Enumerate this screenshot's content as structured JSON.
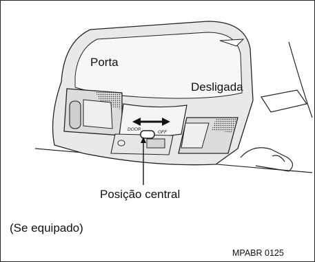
{
  "figure": {
    "labels": {
      "door": "Porta",
      "off": "Desligada",
      "center": "Posição central",
      "note": "(Se equipado)",
      "code": "MPABR 0125"
    },
    "switch_text": {
      "door": "DOOR",
      "off": "OFF"
    }
  }
}
